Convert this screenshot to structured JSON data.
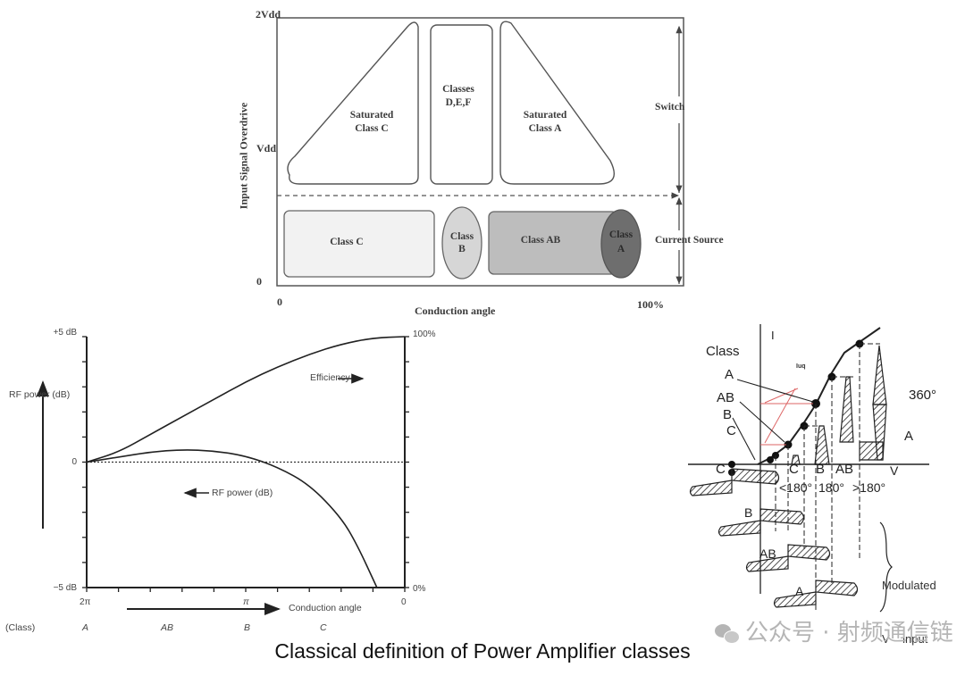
{
  "caption": "Classical definition of Power Amplifier classes",
  "watermark": {
    "icon": "wechat-icon",
    "text": "公众号 · 射频通信链"
  },
  "top_diagram": {
    "y_axis_label": "Input Signal Overdrive",
    "x_axis_label": "Conduction angle",
    "y_ticks": [
      "2Vdd",
      "Vdd",
      "0"
    ],
    "x_ticks": [
      "0",
      "100%"
    ],
    "regions": [
      {
        "id": "saturated-class-c",
        "lines": [
          "Saturated",
          "Class C"
        ],
        "fill": "#ffffff"
      },
      {
        "id": "classes-def",
        "lines": [
          "Classes",
          "D,E,F"
        ],
        "fill": "#ffffff"
      },
      {
        "id": "saturated-class-a",
        "lines": [
          "Saturated",
          "Class A"
        ],
        "fill": "#ffffff"
      },
      {
        "id": "class-c",
        "lines": [
          "Class C"
        ],
        "fill": "#f2f2f2"
      },
      {
        "id": "class-b",
        "lines": [
          "Class",
          "B"
        ],
        "fill": "#d6d6d6"
      },
      {
        "id": "class-ab",
        "lines": [
          "Class AB"
        ],
        "fill": "#bdbdbd"
      },
      {
        "id": "class-a",
        "lines": [
          "Class",
          "A"
        ],
        "fill": "#6e6e6e"
      }
    ],
    "side_labels": {
      "upper": "Switch",
      "lower": "Current Source"
    }
  },
  "bottom_left_chart": {
    "left_axis": {
      "label": "RF power (dB)",
      "ticks": [
        "+5 dB",
        "0",
        "−5 dB"
      ],
      "range": [
        -5,
        5
      ]
    },
    "right_axis": {
      "ticks": [
        "100%",
        "0%"
      ],
      "range": [
        0,
        100
      ]
    },
    "x_axis": {
      "label": "Conduction angle",
      "ticks": [
        "2π",
        "π",
        "0"
      ]
    },
    "class_row": {
      "label": "(Class)",
      "classes": [
        "A",
        "AB",
        "B",
        "C"
      ]
    },
    "annotations": {
      "efficiency": "Efficiency",
      "rf_power": "RF power (dB)"
    }
  },
  "chart_data": {
    "type": "line",
    "title": "",
    "xlabel": "Conduction angle",
    "ylabel": "RF power (dB)",
    "y2label": "Efficiency (%)",
    "x_ticks": [
      "2π",
      "π",
      "0"
    ],
    "xlim": [
      6.2832,
      0
    ],
    "ylim": [
      -5,
      5
    ],
    "y2lim": [
      0,
      100
    ],
    "grid": false,
    "series": [
      {
        "name": "Efficiency",
        "axis": "right",
        "x": [
          6.2832,
          5.65,
          5.03,
          4.4,
          3.77,
          3.14,
          2.51,
          1.88,
          1.26,
          0.63,
          0
        ],
        "y": [
          50,
          54,
          61,
          68,
          75,
          82,
          88,
          93,
          97,
          99.5,
          100
        ]
      },
      {
        "name": "RF power (dB)",
        "axis": "left",
        "x": [
          6.2832,
          5.65,
          5.03,
          4.4,
          3.77,
          3.14,
          2.51,
          1.88,
          1.26,
          0.94,
          0.55
        ],
        "y": [
          0,
          0.2,
          0.4,
          0.5,
          0.45,
          0.25,
          -0.2,
          -0.9,
          -2.2,
          -3.3,
          -5
        ]
      }
    ],
    "reference_lines": [
      {
        "axis": "left",
        "y": 0,
        "style": "dotted"
      }
    ]
  },
  "right_diagram": {
    "axis_labels": {
      "current": "I",
      "voltage": "V"
    },
    "class_header": "Class",
    "class_labels": [
      "A",
      "AB",
      "B",
      "C"
    ],
    "bias_label": "Iuq",
    "angle_labels": [
      "<180°",
      "180°",
      ">180°",
      "360°"
    ],
    "output_labels": [
      "C",
      "B",
      "AB",
      "A"
    ],
    "input_labels": [
      "C",
      "B",
      "AB",
      "A"
    ],
    "input_note": [
      "Modulated",
      "V    input"
    ]
  }
}
